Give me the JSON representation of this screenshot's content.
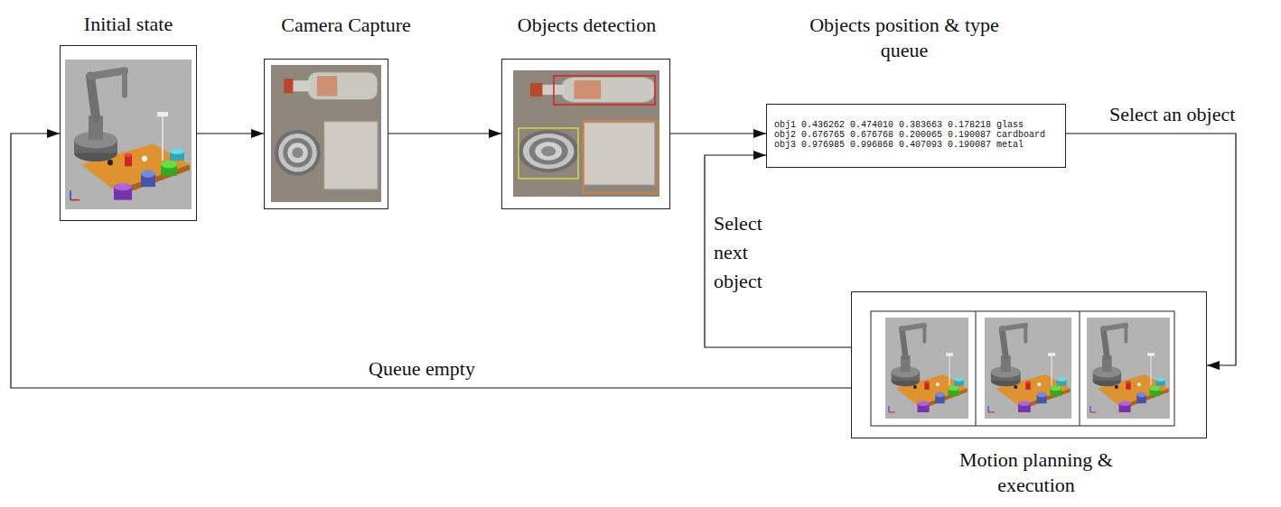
{
  "diagram": {
    "nodes": [
      {
        "text": [
          "Initial state"
        ]
      },
      {
        "text": [
          "Camera Capture"
        ]
      },
      {
        "text": [
          "Objects detection"
        ]
      },
      {
        "text": [
          "Objects position & type queue",
          "obj1 0.436262 0.474010 0.383663 0.178218 glass",
          "obj2 0.676765 0.676768 0.200065 0.190087 cardboard",
          "obj3 0.976985 0.996868 0.407093 0.190087 metal"
        ]
      },
      {
        "text": [
          "Motion planning & execution"
        ]
      }
    ],
    "edges": [
      {
        "from": 0,
        "to": 1,
        "arrow": "to"
      },
      {
        "from": 1,
        "to": 2,
        "arrow": "to"
      },
      {
        "from": 2,
        "to": 3,
        "arrow": "to"
      },
      {
        "from": 3,
        "to": 4,
        "arrow": "to",
        "label": "Select an object"
      },
      {
        "from": 4,
        "to": 3,
        "arrow": "to",
        "label": "Select next object"
      },
      {
        "from": 4,
        "to": 0,
        "arrow": "to",
        "label": "Queue empty"
      }
    ]
  }
}
